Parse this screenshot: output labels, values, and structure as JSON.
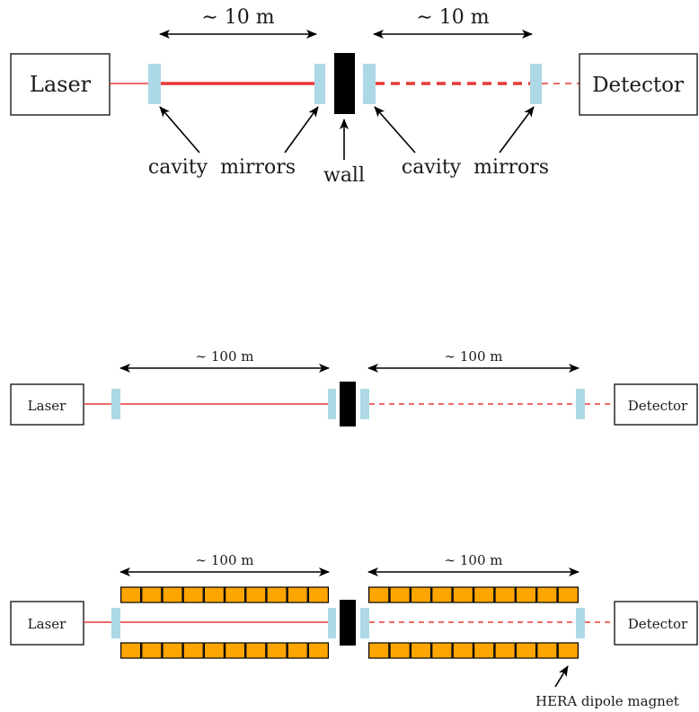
{
  "colors": {
    "laser_beam": "#e53935",
    "mirror": "#add8e6",
    "wall": "#000000",
    "magnet": "#ffa500",
    "box_border": "#1a1a1a"
  },
  "top": {
    "laser": "Laser",
    "detector": "Detector",
    "dist_left": "∼ 10 m",
    "dist_right": "∼ 10 m",
    "mirrors_left": "cavity  mirrors",
    "wall": "wall",
    "mirrors_right": "cavity  mirrors"
  },
  "middle": {
    "laser": "Laser",
    "detector": "Detector",
    "dist_left": "∼ 100 m",
    "dist_right": "∼ 100 m"
  },
  "bottom": {
    "laser": "Laser",
    "detector": "Detector",
    "dist_left": "∼ 100 m",
    "dist_right": "∼ 100 m",
    "magnet_label": "HERA dipole magnet",
    "magnets_per_row": 10
  }
}
